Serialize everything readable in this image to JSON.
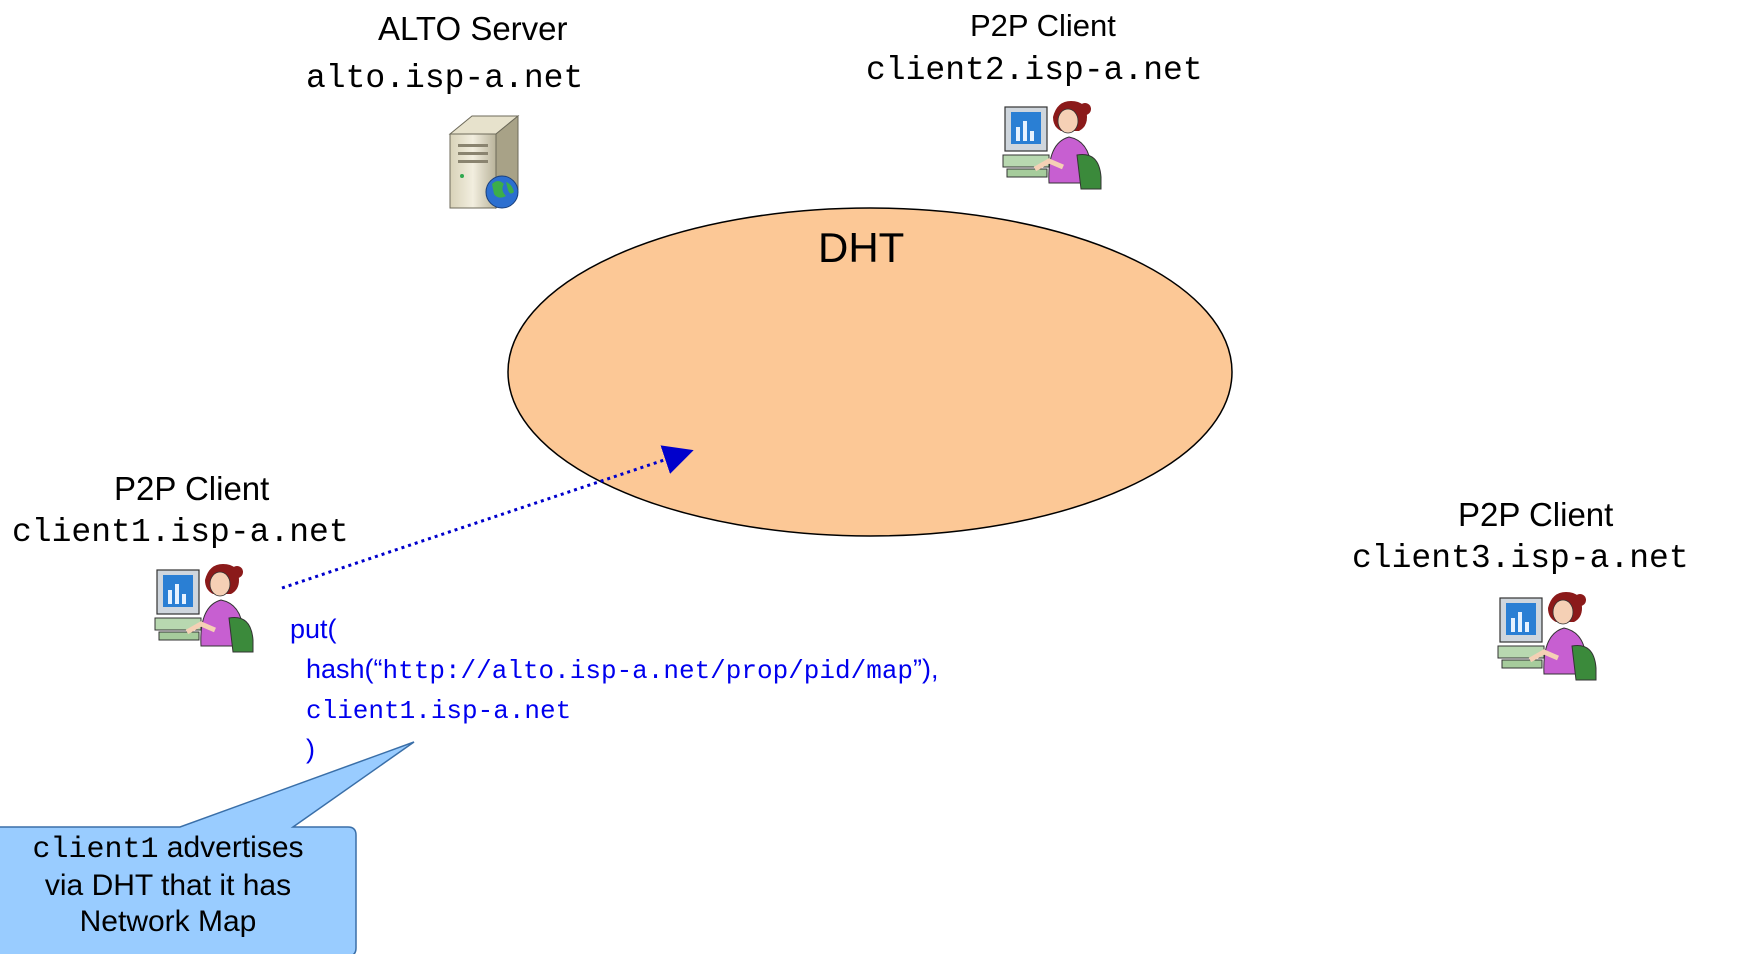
{
  "diagram": {
    "cloud": {
      "label": "DHT",
      "fill": "#fcc896",
      "stroke": "#000000"
    },
    "alto_server": {
      "title": "ALTO Server",
      "host": "alto.isp-a.net",
      "icon": "server-globe-icon"
    },
    "client2": {
      "title": "P2P Client",
      "host": "client2.isp-a.net",
      "icon": "user-at-computer-icon"
    },
    "client1": {
      "title": "P2P Client",
      "host": "client1.isp-a.net",
      "icon": "user-at-computer-icon"
    },
    "client3": {
      "title": "P2P Client",
      "host": "client3.isp-a.net",
      "icon": "user-at-computer-icon"
    },
    "put_message": {
      "color": "#0000ee",
      "line1": "put(",
      "line2_prefix": "hash(“",
      "line2_url": "http://alto.isp-a.net/prop/pid/map",
      "line2_suffix": "”),",
      "line3": "client1.isp-a.net",
      "line4": ")"
    },
    "arrow": {
      "style": "dotted",
      "color": "#0000cc",
      "from": "client1",
      "to": "DHT"
    },
    "callout": {
      "fill": "#99ccff",
      "stroke": "#3a6fa8",
      "line1_code": "client1",
      "line1_text": " advertises",
      "line2": "via DHT that it has",
      "line3": "Network Map"
    }
  }
}
